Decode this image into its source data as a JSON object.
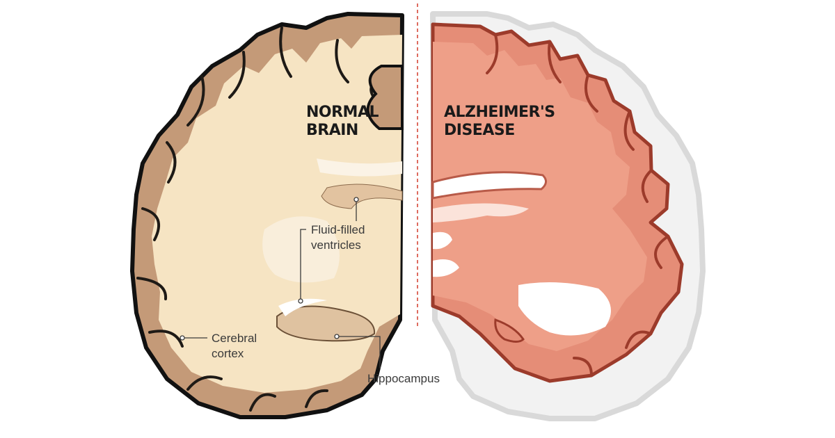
{
  "normal": {
    "title_line1": "NORMAL",
    "title_line2": "BRAIN"
  },
  "alzheimers": {
    "title_line1": "ALZHEIMER'S",
    "title_line2": "DISEASE"
  },
  "labels": {
    "ventricles_line1": "Fluid-filled",
    "ventricles_line2": "ventricles",
    "cortex_line1": "Cerebral",
    "cortex_line2": "cortex",
    "hippocampus": "Hippocampus"
  },
  "colors": {
    "normal_cortex": "#c49a78",
    "normal_inner": "#f6e4c3",
    "alz_cortex": "#e58d77",
    "alz_outline": "#9c3b2b",
    "alz_ghost": "#ececec",
    "divider": "#d33b2c"
  }
}
